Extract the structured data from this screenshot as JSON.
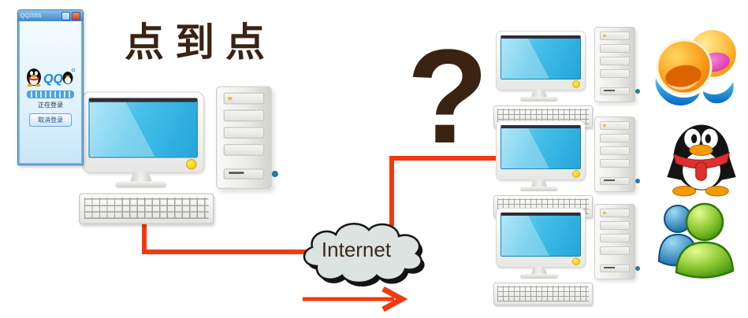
{
  "heading": {
    "title": "点到点"
  },
  "question_mark": "?",
  "cloud": {
    "label": "Internet"
  },
  "qq_window": {
    "title": "QQ2005",
    "logo_text": "QQ",
    "status_text": "正在登录",
    "cancel_button": "取消登录"
  },
  "icons": [
    {
      "name": "laughing-chat-icon"
    },
    {
      "name": "qq-penguin-icon"
    },
    {
      "name": "msn-messenger-icon"
    }
  ],
  "colors": {
    "accent_orange": "#f23a0e",
    "dark_brown": "#3a2313",
    "screen_cyan": "#2fb3e3",
    "cloud_fill": "#dce3e0"
  }
}
